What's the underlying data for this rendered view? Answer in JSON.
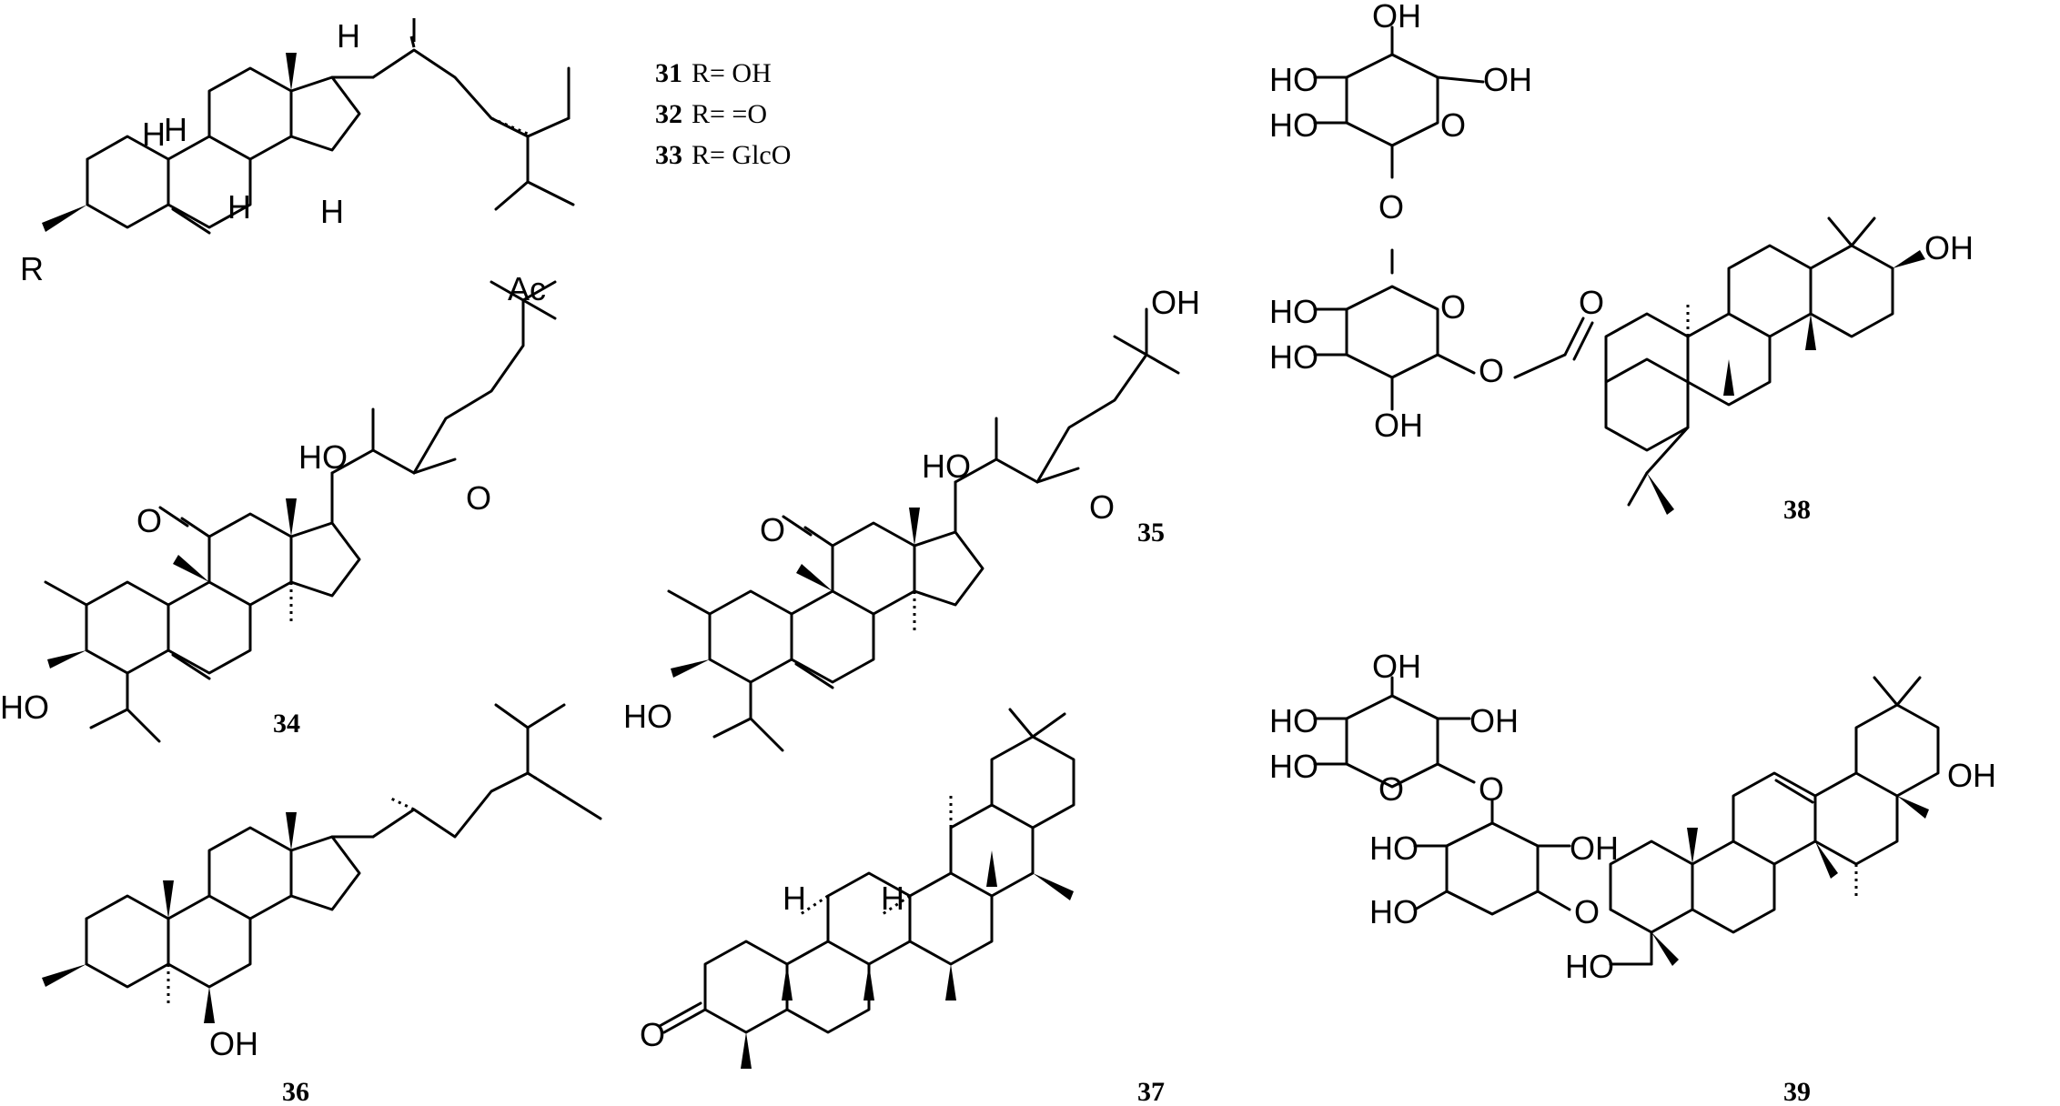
{
  "legend": [
    {
      "num": "31",
      "text": "R= OH"
    },
    {
      "num": "32",
      "text": "R= =O"
    },
    {
      "num": "33",
      "text": "R= GlcO"
    }
  ],
  "compounds": {
    "c31": {
      "label": "",
      "atoms": {
        "r": "R",
        "h9": "H",
        "h8": "H",
        "h14": "H",
        "h17": "H",
        "h10": "H"
      }
    },
    "c34": {
      "label": "34",
      "atoms": {
        "ac": "Ac",
        "hoSide": "HO",
        "oSide": "O",
        "oKetone": "O",
        "ho3": "HO"
      }
    },
    "c35": {
      "label": "35",
      "atoms": {
        "ohTop": "OH",
        "hoSide": "HO",
        "oSide": "O",
        "oKetone": "O",
        "ho3": "HO"
      }
    },
    "c36": {
      "label": "36",
      "atoms": {
        "oh6": "OH"
      }
    },
    "c37": {
      "label": "37",
      "atoms": {
        "o3": "O",
        "hA": "H",
        "hB": "H"
      }
    },
    "c38": {
      "label": "38",
      "atoms": {
        "ohTop": "OH",
        "ho1": "HO",
        "oh6": "OH",
        "ho2": "HO",
        "oRing1": "O",
        "oLink1": "O",
        "ho3": "HO",
        "oRing2": "O",
        "ho4": "HO",
        "oEster": "O",
        "oh5": "OH",
        "oCarbonyl": "O",
        "oh3": "OH"
      }
    },
    "c39": {
      "label": "39",
      "atoms": {
        "ohTop": "OH",
        "ho1": "HO",
        "oh2": "OH",
        "ho3": "HO",
        "oRing": "O",
        "oLink": "O",
        "ho4": "HO",
        "oh5": "OH",
        "ho6": "HO",
        "oAgly": "O",
        "oh7": "OH",
        "hoCH2": "HO"
      }
    }
  }
}
